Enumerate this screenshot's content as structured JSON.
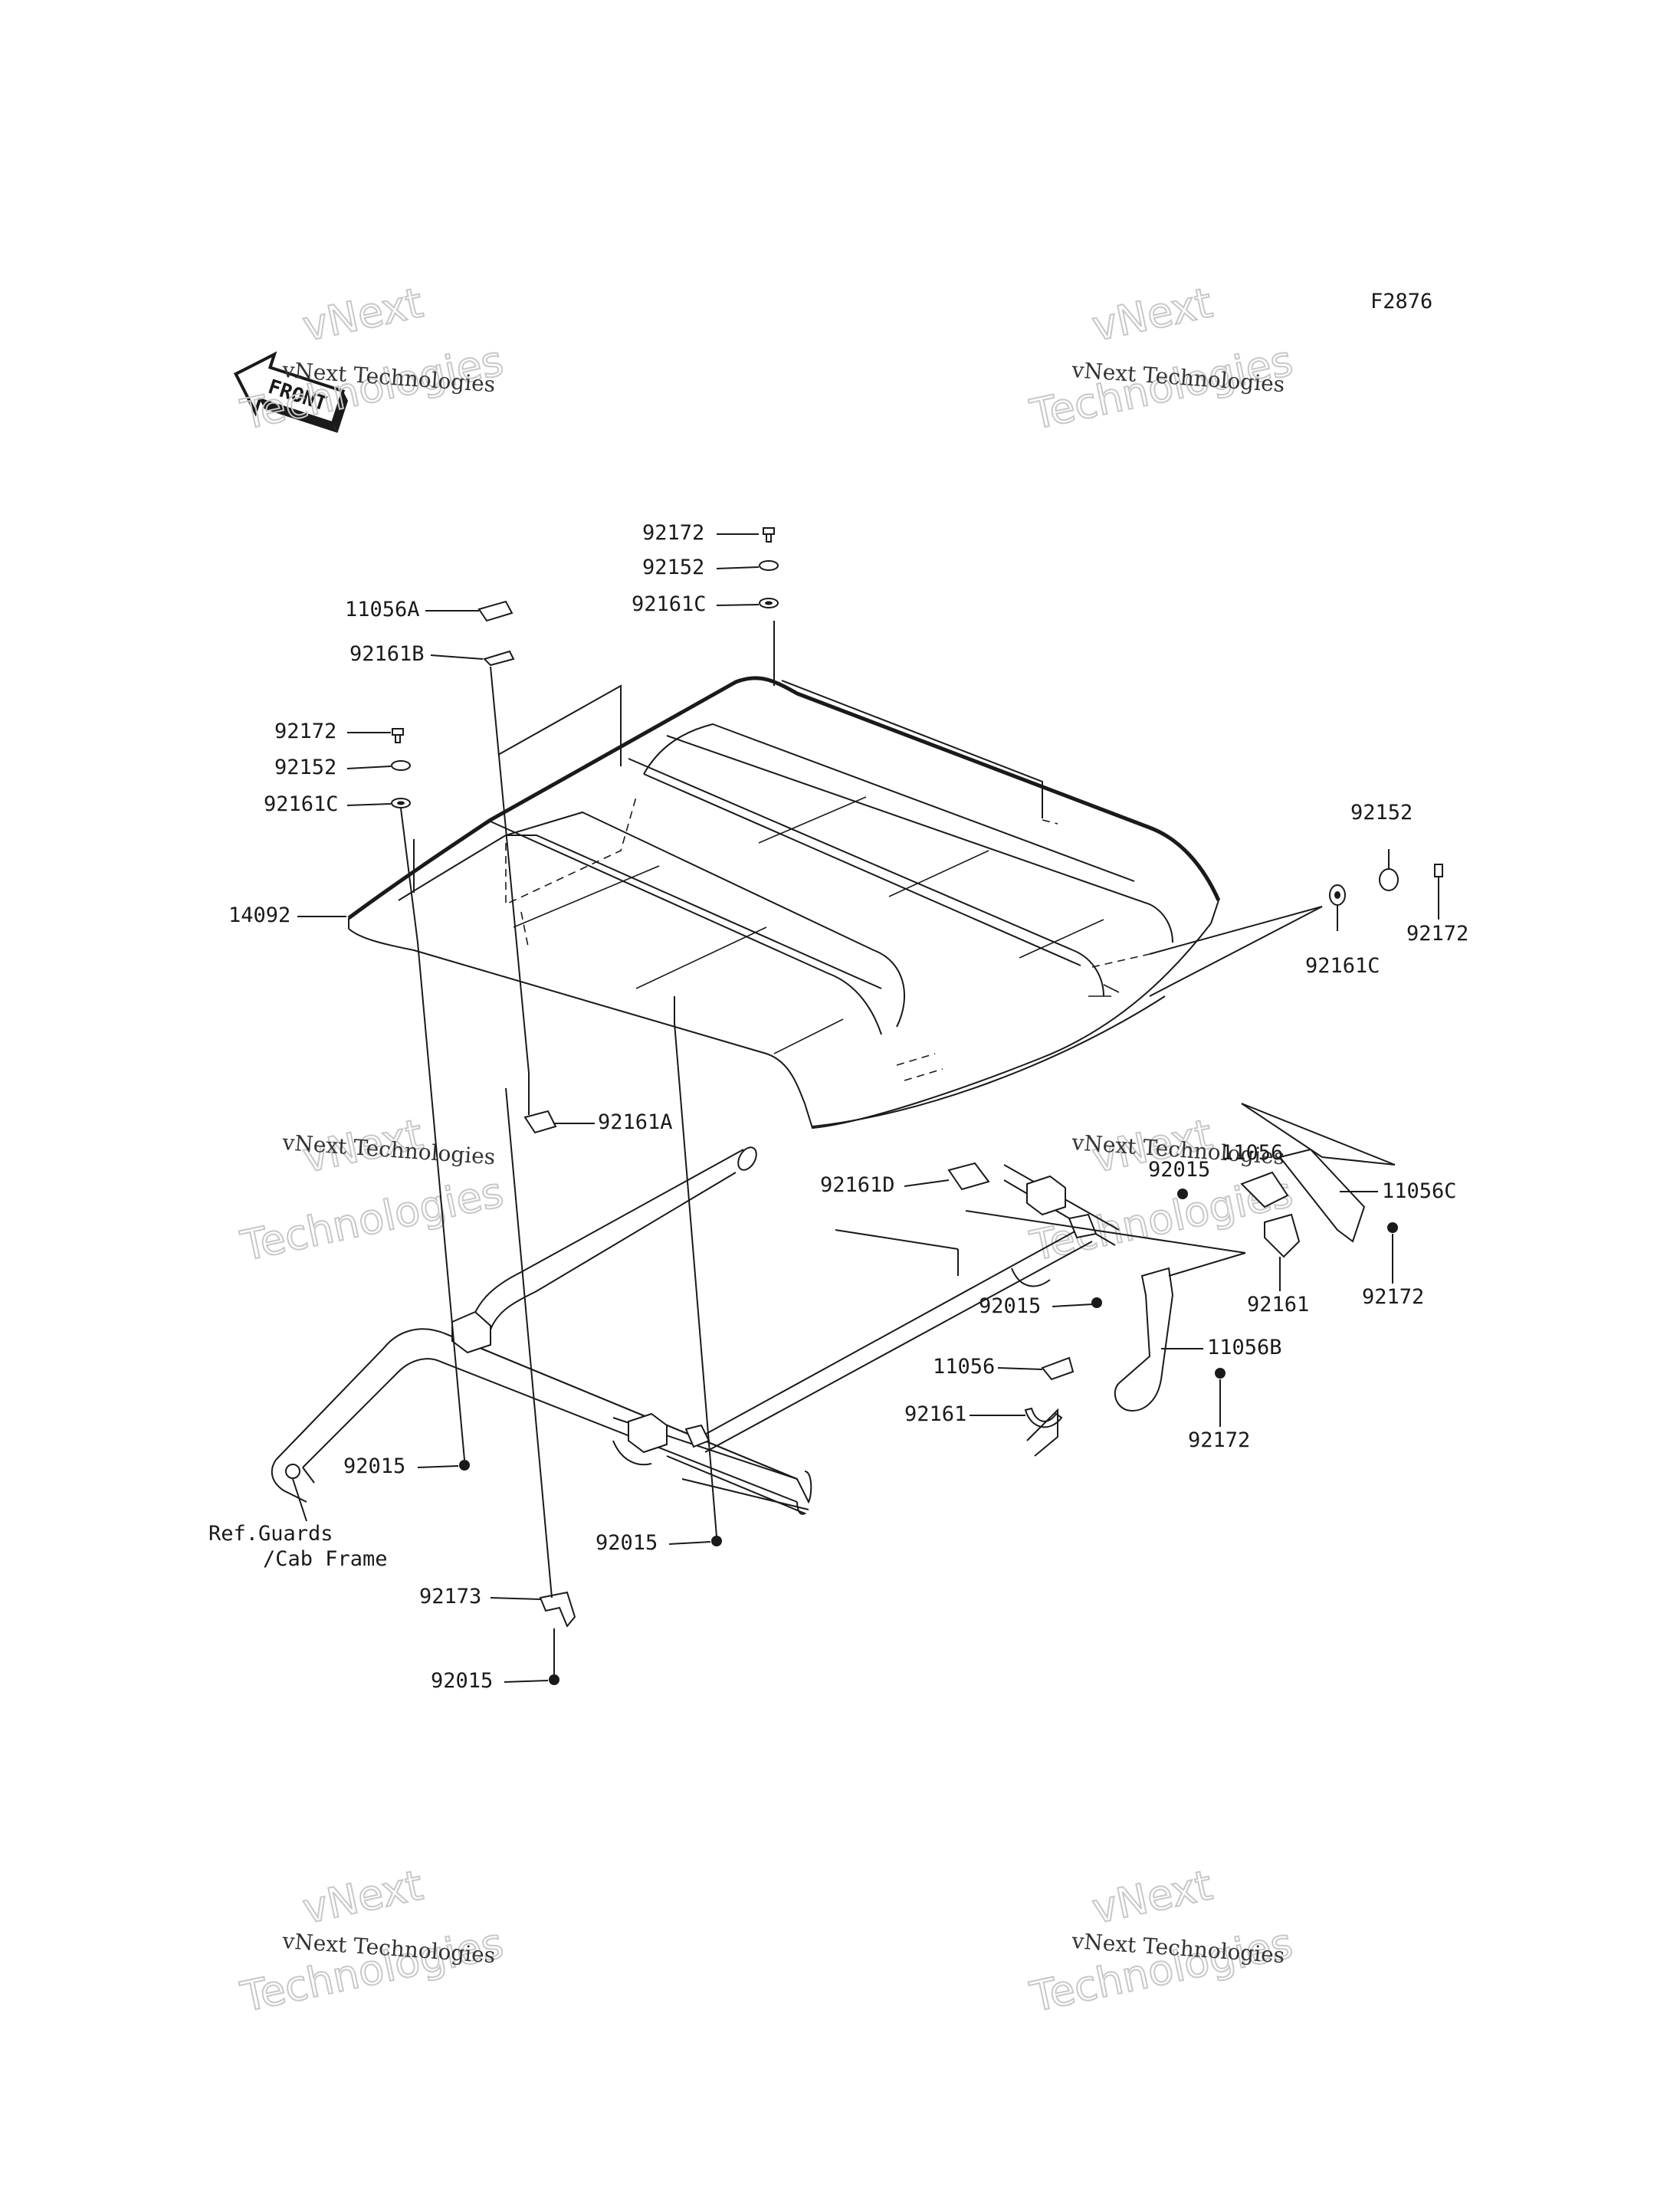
{
  "diagram_code": "F2876",
  "front_badge": "FRONT",
  "watermark": {
    "line1": "vNext Technologies",
    "line2": "vNext",
    "line3": "Technologies"
  },
  "parts": {
    "p92172_top": "92172",
    "p92152_top": "92152",
    "p92161C_top": "92161C",
    "p11056A": "11056A",
    "p92161B": "92161B",
    "p92172_left": "92172",
    "p92152_left": "92152",
    "p92161C_left": "92161C",
    "p14092": "14092",
    "p92152_right": "92152",
    "p92172_right": "92172",
    "p92161C_right": "92161C",
    "p92161A": "92161A",
    "p92015_mid": "92015",
    "p11056_upper": "11056",
    "p11056C": "11056C",
    "p92161D": "92161D",
    "p92161_right": "92161",
    "p92172_rear": "92172",
    "p92015_bracket": "92015",
    "p11056B": "11056B",
    "p11056_lower": "11056",
    "p92161_lower": "92161",
    "p92172_lower": "92172",
    "p92015_left": "92015",
    "p92015_center": "92015",
    "p92173": "92173",
    "p92015_bottom": "92015"
  },
  "ref_note": {
    "line1": "Ref.Guards",
    "line2": "/Cab Frame"
  }
}
